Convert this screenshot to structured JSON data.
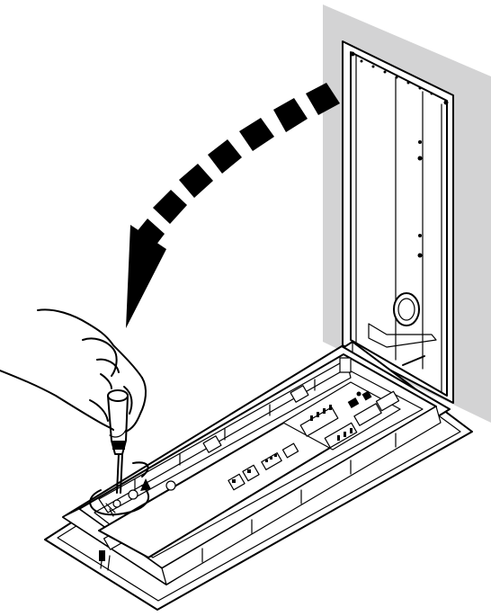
{
  "figure": {
    "wall_color": "#d3d3d4",
    "line_color": "#000000",
    "background": "#ffffff",
    "arrow": {
      "style": "dashed-curved",
      "direction": "downward-left",
      "segments": 9
    },
    "icons": [
      "wall-panel",
      "back-box-frame",
      "electronic-module",
      "screwdriver",
      "hand",
      "rotation-arrow"
    ]
  }
}
